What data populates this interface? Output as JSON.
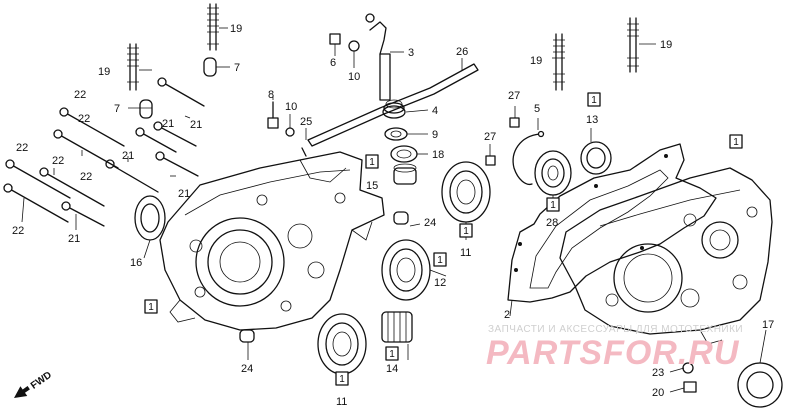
{
  "callouts": {
    "c19a": "19",
    "c7a": "7",
    "c6": "6",
    "c10a": "10",
    "c3": "3",
    "c26": "26",
    "c19b": "19",
    "c19c": "19",
    "c19d": "19",
    "c22a": "22",
    "c7b": "7",
    "c8": "8",
    "c10b": "10",
    "c25": "25",
    "c4": "4",
    "c21a": "21",
    "c21b": "21",
    "c21c": "21",
    "c21d": "21",
    "c21e": "21",
    "c9": "9",
    "c27a": "27",
    "c5": "5",
    "c13": "13",
    "c27b": "27",
    "c22b": "22",
    "c22c": "22",
    "c22d": "22",
    "c22e": "22",
    "c22f": "22",
    "c18": "18",
    "c15": "15",
    "c24a": "24",
    "c28": "28",
    "c11a": "11",
    "c16": "16",
    "c12": "12",
    "c2": "2",
    "c24b": "24",
    "c14": "14",
    "c11b": "11",
    "c23": "23",
    "c20": "20",
    "c17": "17"
  },
  "box_label": "1",
  "fwd_label": "FWD",
  "watermark": {
    "small": "ЗАПЧАСТИ И АКСЕССУАРЫ ДЛЯ МОТОТЕХНИКИ",
    "big": "PARTSFOR.RU"
  },
  "colors": {
    "ink": "#111111",
    "watermark_big": "#f4b9c2",
    "watermark_small": "#cfcfcf"
  }
}
